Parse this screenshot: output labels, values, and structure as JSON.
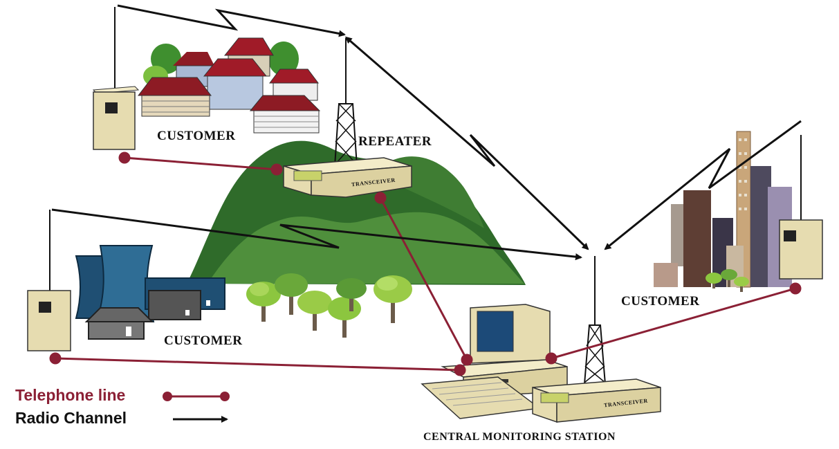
{
  "labels": {
    "customer_top": "CUSTOMER",
    "repeater": "REPEATER",
    "customer_left": "CUSTOMER",
    "customer_right": "CUSTOMER",
    "central": "CENTRAL MONITORING STATION",
    "transceiver_mountain": "TRANSCEIVER",
    "transceiver_station": "TRANSCEIVER"
  },
  "legend": {
    "telephone_line": "Telephone line",
    "radio_channel": "Radio Channel"
  },
  "colors": {
    "telephone": "#8b2035",
    "radio": "#111111",
    "hill_dark": "#2f6b2a",
    "hill_light": "#4a8b3a",
    "panel": "#e6dcb0",
    "roof": "#a01b28",
    "plant": "#1f4f73"
  }
}
